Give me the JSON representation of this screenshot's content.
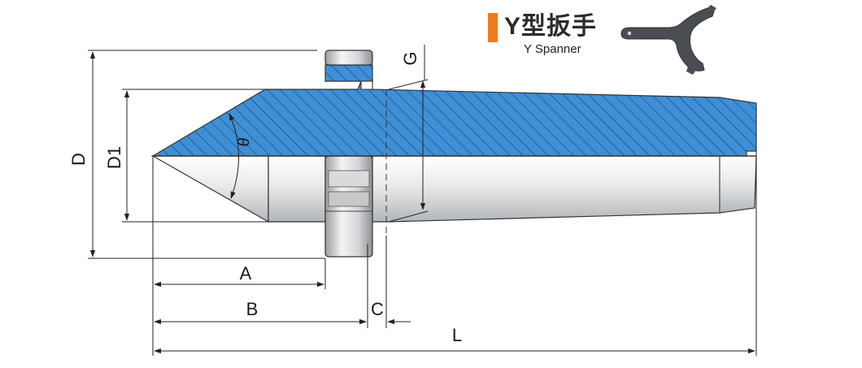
{
  "legend": {
    "title": "Y型扳手",
    "subtitle": "Y Spanner",
    "accent_color": "#f07a1e",
    "icon": "spanner-icon"
  },
  "dimensions": {
    "A": "A",
    "B": "B",
    "C": "C",
    "L": "L",
    "D": "D",
    "D1": "D1",
    "G": "G",
    "theta": "θ"
  },
  "colors": {
    "section_fill": "#3f8fd6",
    "hatch": "#123a62",
    "body_light": "#f2f3f4",
    "body_dark": "#b9bcbf",
    "wrench": "#4a4e52"
  }
}
